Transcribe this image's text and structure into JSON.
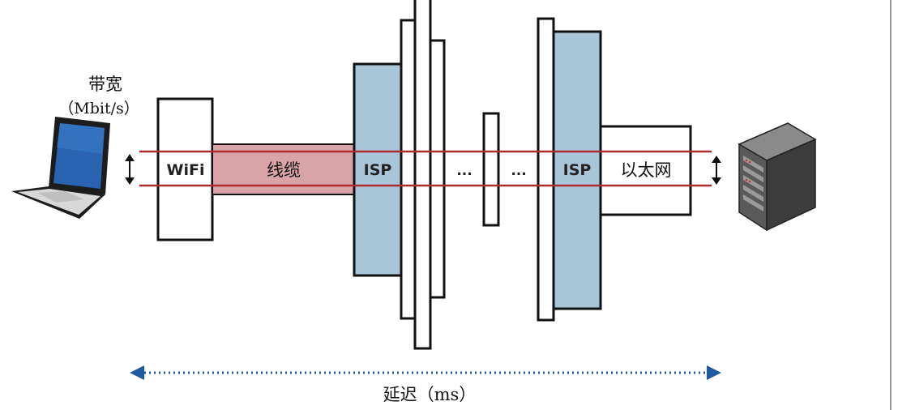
{
  "bandwidth": {
    "label_line1": "带宽",
    "label_line2": "（Mbit/s）"
  },
  "hops": {
    "wifi": "WiFi",
    "cable": "线缆",
    "isp_left": "ISP",
    "ellipsis_left": "...",
    "ellipsis_right": "...",
    "isp_right": "ISP",
    "ethernet": "以太网"
  },
  "latency": {
    "label": "延迟（ms）"
  },
  "colors": {
    "isp_fill": "#a9c5d8",
    "cable_fill": "#d9a4a8",
    "band_line": "#b02a32",
    "arrow": "#1f5aa0",
    "outline": "#111111"
  },
  "icons": {
    "client": "laptop-icon",
    "server": "server-icon"
  }
}
